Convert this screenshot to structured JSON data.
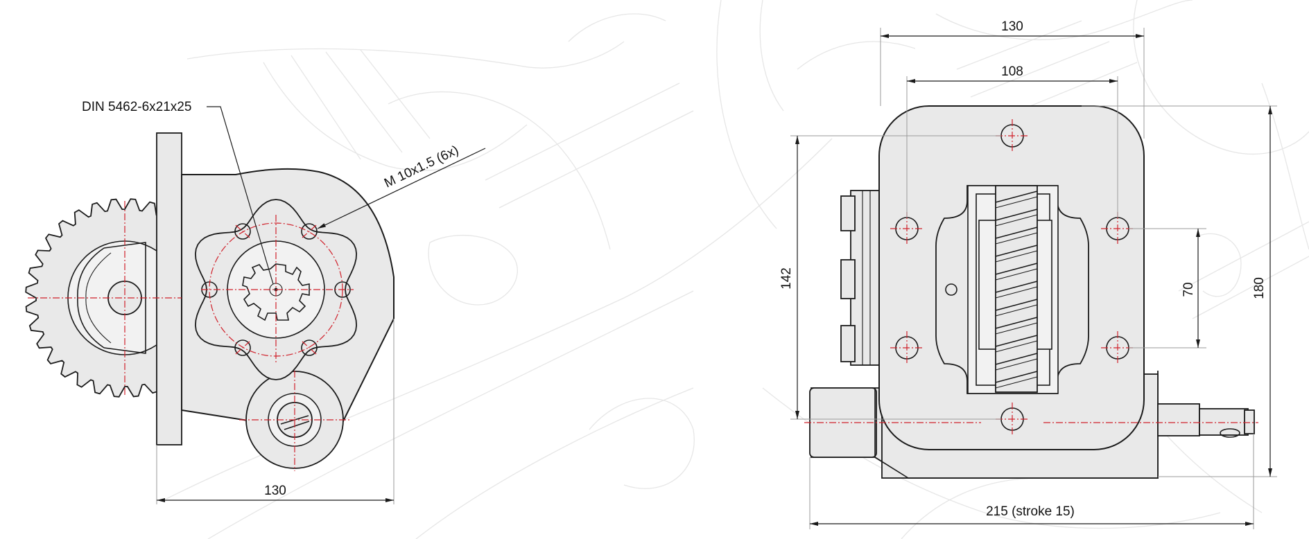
{
  "colors": {
    "centerline": "#d0202a",
    "body_fill": "#e9e9e9",
    "outline": "#1a1a1a",
    "background_lines": "#e6e6e6"
  },
  "left_view": {
    "spline_label": "DIN 5462-6x21x25",
    "thread_label": "M 10x1.5 (6x)",
    "width_dim": "130"
  },
  "right_view": {
    "top_width_dim": "130",
    "hole_spacing_dim": "108",
    "left_height_dim": "142",
    "inner_height_dim": "70",
    "overall_height_dim": "180",
    "overall_length_dim": "215 (stroke 15)"
  }
}
